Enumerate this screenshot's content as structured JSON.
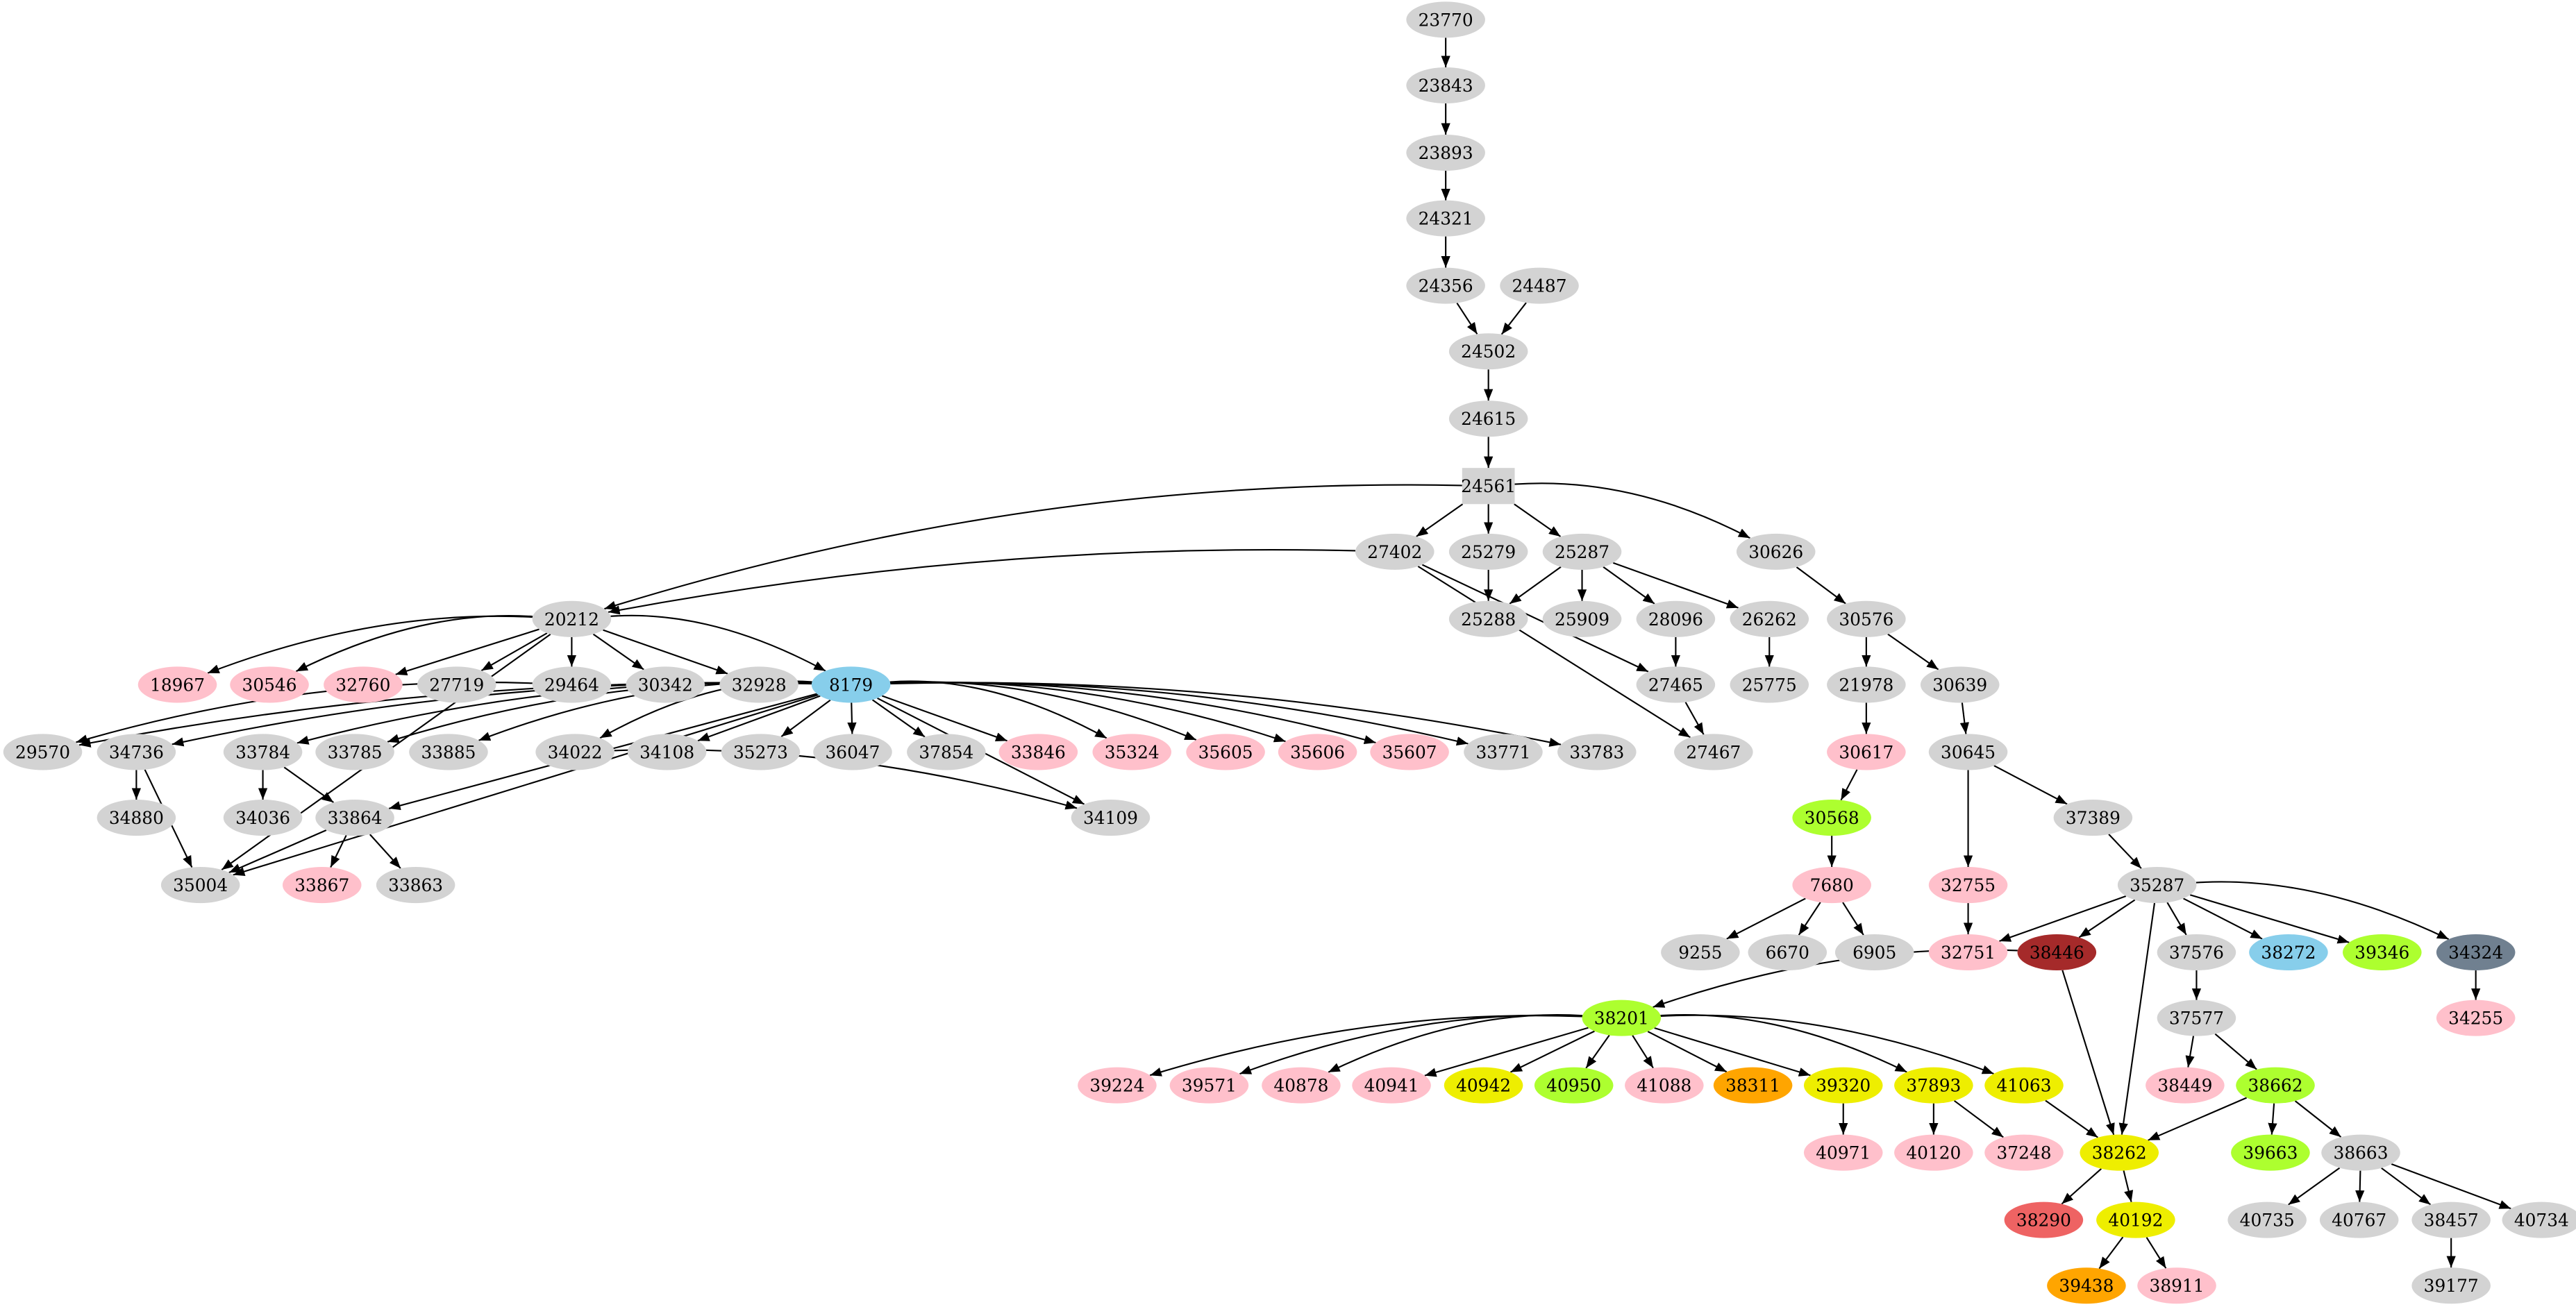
{
  "palette": {
    "gray": "#d3d3d3",
    "pink": "#ffc0cb",
    "blue": "#87ceeb",
    "green": "#adff2f",
    "yellow": "#eeee00",
    "orange": "#ffa500",
    "brown": "#a52a2a",
    "red": "#ee6363",
    "slate": "#708090"
  },
  "nodes": [
    {
      "id": "23770",
      "label": "23770",
      "color": "gray"
    },
    {
      "id": "23843",
      "label": "23843",
      "color": "gray"
    },
    {
      "id": "23893",
      "label": "23893",
      "color": "gray"
    },
    {
      "id": "24321",
      "label": "24321",
      "color": "gray"
    },
    {
      "id": "24356",
      "label": "24356",
      "color": "gray"
    },
    {
      "id": "24487",
      "label": "24487",
      "color": "gray"
    },
    {
      "id": "24502",
      "label": "24502",
      "color": "gray"
    },
    {
      "id": "24615",
      "label": "24615",
      "color": "gray"
    },
    {
      "id": "24561",
      "label": "24561",
      "color": "gray",
      "shape": "box"
    },
    {
      "id": "27402",
      "label": "27402",
      "color": "gray"
    },
    {
      "id": "25279",
      "label": "25279",
      "color": "gray"
    },
    {
      "id": "25287",
      "label": "25287",
      "color": "gray"
    },
    {
      "id": "30626",
      "label": "30626",
      "color": "gray"
    },
    {
      "id": "20212",
      "label": "20212",
      "color": "gray"
    },
    {
      "id": "25288",
      "label": "25288",
      "color": "gray"
    },
    {
      "id": "25909",
      "label": "25909",
      "color": "gray"
    },
    {
      "id": "28096",
      "label": "28096",
      "color": "gray"
    },
    {
      "id": "26262",
      "label": "26262",
      "color": "gray"
    },
    {
      "id": "30576",
      "label": "30576",
      "color": "gray"
    },
    {
      "id": "18967",
      "label": "18967",
      "color": "pink"
    },
    {
      "id": "30546",
      "label": "30546",
      "color": "pink"
    },
    {
      "id": "32760",
      "label": "32760",
      "color": "pink"
    },
    {
      "id": "27719",
      "label": "27719",
      "color": "gray"
    },
    {
      "id": "29464",
      "label": "29464",
      "color": "gray"
    },
    {
      "id": "30342",
      "label": "30342",
      "color": "gray"
    },
    {
      "id": "32928",
      "label": "32928",
      "color": "gray"
    },
    {
      "id": "8179",
      "label": "8179",
      "color": "blue"
    },
    {
      "id": "27465",
      "label": "27465",
      "color": "gray"
    },
    {
      "id": "25775",
      "label": "25775",
      "color": "gray"
    },
    {
      "id": "21978",
      "label": "21978",
      "color": "gray"
    },
    {
      "id": "30639",
      "label": "30639",
      "color": "gray"
    },
    {
      "id": "29570",
      "label": "29570",
      "color": "gray"
    },
    {
      "id": "34736",
      "label": "34736",
      "color": "gray"
    },
    {
      "id": "33784",
      "label": "33784",
      "color": "gray"
    },
    {
      "id": "33785",
      "label": "33785",
      "color": "gray"
    },
    {
      "id": "33885",
      "label": "33885",
      "color": "gray"
    },
    {
      "id": "34022",
      "label": "34022",
      "color": "gray"
    },
    {
      "id": "34108",
      "label": "34108",
      "color": "gray"
    },
    {
      "id": "35273",
      "label": "35273",
      "color": "gray"
    },
    {
      "id": "36047",
      "label": "36047",
      "color": "gray"
    },
    {
      "id": "37854",
      "label": "37854",
      "color": "gray"
    },
    {
      "id": "33846",
      "label": "33846",
      "color": "pink"
    },
    {
      "id": "35324",
      "label": "35324",
      "color": "pink"
    },
    {
      "id": "35605",
      "label": "35605",
      "color": "pink"
    },
    {
      "id": "35606",
      "label": "35606",
      "color": "pink"
    },
    {
      "id": "35607",
      "label": "35607",
      "color": "pink"
    },
    {
      "id": "33771",
      "label": "33771",
      "color": "gray"
    },
    {
      "id": "33783",
      "label": "33783",
      "color": "gray"
    },
    {
      "id": "27467",
      "label": "27467",
      "color": "gray"
    },
    {
      "id": "30617",
      "label": "30617",
      "color": "pink"
    },
    {
      "id": "30645",
      "label": "30645",
      "color": "gray"
    },
    {
      "id": "34880",
      "label": "34880",
      "color": "gray"
    },
    {
      "id": "34036",
      "label": "34036",
      "color": "gray"
    },
    {
      "id": "33864",
      "label": "33864",
      "color": "gray"
    },
    {
      "id": "34109",
      "label": "34109",
      "color": "gray"
    },
    {
      "id": "30568",
      "label": "30568",
      "color": "green"
    },
    {
      "id": "37389",
      "label": "37389",
      "color": "gray"
    },
    {
      "id": "35004",
      "label": "35004",
      "color": "gray"
    },
    {
      "id": "33867",
      "label": "33867",
      "color": "pink"
    },
    {
      "id": "33863",
      "label": "33863",
      "color": "gray"
    },
    {
      "id": "7680",
      "label": "7680",
      "color": "pink"
    },
    {
      "id": "32755",
      "label": "32755",
      "color": "pink"
    },
    {
      "id": "35287",
      "label": "35287",
      "color": "gray"
    },
    {
      "id": "9255",
      "label": "9255",
      "color": "gray"
    },
    {
      "id": "6670",
      "label": "6670",
      "color": "gray"
    },
    {
      "id": "6905",
      "label": "6905",
      "color": "gray"
    },
    {
      "id": "32751",
      "label": "32751",
      "color": "pink"
    },
    {
      "id": "38446",
      "label": "38446",
      "color": "brown"
    },
    {
      "id": "37576",
      "label": "37576",
      "color": "gray"
    },
    {
      "id": "38272",
      "label": "38272",
      "color": "blue"
    },
    {
      "id": "39346",
      "label": "39346",
      "color": "green"
    },
    {
      "id": "34324",
      "label": "34324",
      "color": "slate"
    },
    {
      "id": "38201",
      "label": "38201",
      "color": "green"
    },
    {
      "id": "37577",
      "label": "37577",
      "color": "gray"
    },
    {
      "id": "34255",
      "label": "34255",
      "color": "pink"
    },
    {
      "id": "39224",
      "label": "39224",
      "color": "pink"
    },
    {
      "id": "39571",
      "label": "39571",
      "color": "pink"
    },
    {
      "id": "40878",
      "label": "40878",
      "color": "pink"
    },
    {
      "id": "40941",
      "label": "40941",
      "color": "pink"
    },
    {
      "id": "40942",
      "label": "40942",
      "color": "yellow"
    },
    {
      "id": "40950",
      "label": "40950",
      "color": "green"
    },
    {
      "id": "41088",
      "label": "41088",
      "color": "pink"
    },
    {
      "id": "38311",
      "label": "38311",
      "color": "orange"
    },
    {
      "id": "39320",
      "label": "39320",
      "color": "yellow"
    },
    {
      "id": "37893",
      "label": "37893",
      "color": "yellow"
    },
    {
      "id": "41063",
      "label": "41063",
      "color": "yellow"
    },
    {
      "id": "38449",
      "label": "38449",
      "color": "pink"
    },
    {
      "id": "38662",
      "label": "38662",
      "color": "green"
    },
    {
      "id": "40971",
      "label": "40971",
      "color": "pink"
    },
    {
      "id": "40120",
      "label": "40120",
      "color": "pink"
    },
    {
      "id": "37248",
      "label": "37248",
      "color": "pink"
    },
    {
      "id": "38262",
      "label": "38262",
      "color": "yellow"
    },
    {
      "id": "39663",
      "label": "39663",
      "color": "green"
    },
    {
      "id": "38663",
      "label": "38663",
      "color": "gray"
    },
    {
      "id": "38290",
      "label": "38290",
      "color": "red"
    },
    {
      "id": "40192",
      "label": "40192",
      "color": "yellow"
    },
    {
      "id": "40735",
      "label": "40735",
      "color": "gray"
    },
    {
      "id": "40767",
      "label": "40767",
      "color": "gray"
    },
    {
      "id": "38457",
      "label": "38457",
      "color": "gray"
    },
    {
      "id": "40734",
      "label": "40734",
      "color": "gray"
    },
    {
      "id": "39438",
      "label": "39438",
      "color": "orange"
    },
    {
      "id": "38911",
      "label": "38911",
      "color": "pink"
    },
    {
      "id": "39177",
      "label": "39177",
      "color": "gray"
    }
  ],
  "edges": [
    [
      "23770",
      "23843"
    ],
    [
      "23843",
      "23893"
    ],
    [
      "23893",
      "24321"
    ],
    [
      "24321",
      "24356"
    ],
    [
      "24356",
      "24502"
    ],
    [
      "24487",
      "24502"
    ],
    [
      "24502",
      "24615"
    ],
    [
      "24615",
      "24561"
    ],
    [
      "24561",
      "20212"
    ],
    [
      "24561",
      "27402"
    ],
    [
      "24561",
      "25279"
    ],
    [
      "24561",
      "25287"
    ],
    [
      "24561",
      "30626"
    ],
    [
      "27402",
      "20212"
    ],
    [
      "27402",
      "27465"
    ],
    [
      "27402",
      "27467"
    ],
    [
      "25279",
      "25288"
    ],
    [
      "25287",
      "25288"
    ],
    [
      "25287",
      "25909"
    ],
    [
      "25287",
      "28096"
    ],
    [
      "25287",
      "26262"
    ],
    [
      "30626",
      "30576"
    ],
    [
      "30576",
      "21978"
    ],
    [
      "30576",
      "30639"
    ],
    [
      "28096",
      "27465"
    ],
    [
      "27465",
      "27467"
    ],
    [
      "26262",
      "25775"
    ],
    [
      "20212",
      "18967"
    ],
    [
      "20212",
      "30546"
    ],
    [
      "20212",
      "32760"
    ],
    [
      "20212",
      "27719"
    ],
    [
      "20212",
      "29464"
    ],
    [
      "20212",
      "30342"
    ],
    [
      "20212",
      "32928"
    ],
    [
      "20212",
      "8179"
    ],
    [
      "20212",
      "35004"
    ],
    [
      "29464",
      "29570"
    ],
    [
      "8179",
      "29570"
    ],
    [
      "8179",
      "34736"
    ],
    [
      "8179",
      "33784"
    ],
    [
      "8179",
      "33785"
    ],
    [
      "8179",
      "33885"
    ],
    [
      "8179",
      "34022"
    ],
    [
      "8179",
      "34108"
    ],
    [
      "8179",
      "35273"
    ],
    [
      "8179",
      "36047"
    ],
    [
      "8179",
      "37854"
    ],
    [
      "8179",
      "33846"
    ],
    [
      "8179",
      "35324"
    ],
    [
      "8179",
      "35605"
    ],
    [
      "8179",
      "35606"
    ],
    [
      "8179",
      "35607"
    ],
    [
      "8179",
      "33771"
    ],
    [
      "8179",
      "33783"
    ],
    [
      "8179",
      "34109"
    ],
    [
      "8179",
      "33864"
    ],
    [
      "8179",
      "35004"
    ],
    [
      "34736",
      "34880"
    ],
    [
      "34736",
      "35004"
    ],
    [
      "33784",
      "34036"
    ],
    [
      "33784",
      "33864"
    ],
    [
      "33864",
      "35004"
    ],
    [
      "33864",
      "33867"
    ],
    [
      "33864",
      "33863"
    ],
    [
      "34022",
      "34109"
    ],
    [
      "21978",
      "30617"
    ],
    [
      "30617",
      "30568"
    ],
    [
      "30568",
      "7680"
    ],
    [
      "7680",
      "9255"
    ],
    [
      "7680",
      "6670"
    ],
    [
      "7680",
      "6905"
    ],
    [
      "30639",
      "30645"
    ],
    [
      "30645",
      "32755"
    ],
    [
      "30645",
      "37389"
    ],
    [
      "32755",
      "32751"
    ],
    [
      "37389",
      "35287"
    ],
    [
      "35287",
      "32751"
    ],
    [
      "35287",
      "38446"
    ],
    [
      "35287",
      "38262"
    ],
    [
      "35287",
      "37576"
    ],
    [
      "35287",
      "38272"
    ],
    [
      "35287",
      "39346"
    ],
    [
      "35287",
      "34324"
    ],
    [
      "38446",
      "38201"
    ],
    [
      "38446",
      "38262"
    ],
    [
      "34324",
      "34255"
    ],
    [
      "37576",
      "37577"
    ],
    [
      "37577",
      "38449"
    ],
    [
      "37577",
      "38662"
    ],
    [
      "38201",
      "39224"
    ],
    [
      "38201",
      "39571"
    ],
    [
      "38201",
      "40878"
    ],
    [
      "38201",
      "40941"
    ],
    [
      "38201",
      "40942"
    ],
    [
      "38201",
      "40950"
    ],
    [
      "38201",
      "41088"
    ],
    [
      "38201",
      "38311"
    ],
    [
      "38201",
      "39320"
    ],
    [
      "38201",
      "37893"
    ],
    [
      "38201",
      "41063"
    ],
    [
      "39320",
      "40971"
    ],
    [
      "37893",
      "40120"
    ],
    [
      "37893",
      "37248"
    ],
    [
      "41063",
      "38262"
    ],
    [
      "38662",
      "38262"
    ],
    [
      "38662",
      "39663"
    ],
    [
      "38662",
      "38663"
    ],
    [
      "38262",
      "38290"
    ],
    [
      "38262",
      "40192"
    ],
    [
      "40192",
      "39438"
    ],
    [
      "40192",
      "38911"
    ],
    [
      "38663",
      "40735"
    ],
    [
      "38663",
      "40767"
    ],
    [
      "38663",
      "38457"
    ],
    [
      "38663",
      "40734"
    ],
    [
      "38457",
      "39177"
    ]
  ]
}
